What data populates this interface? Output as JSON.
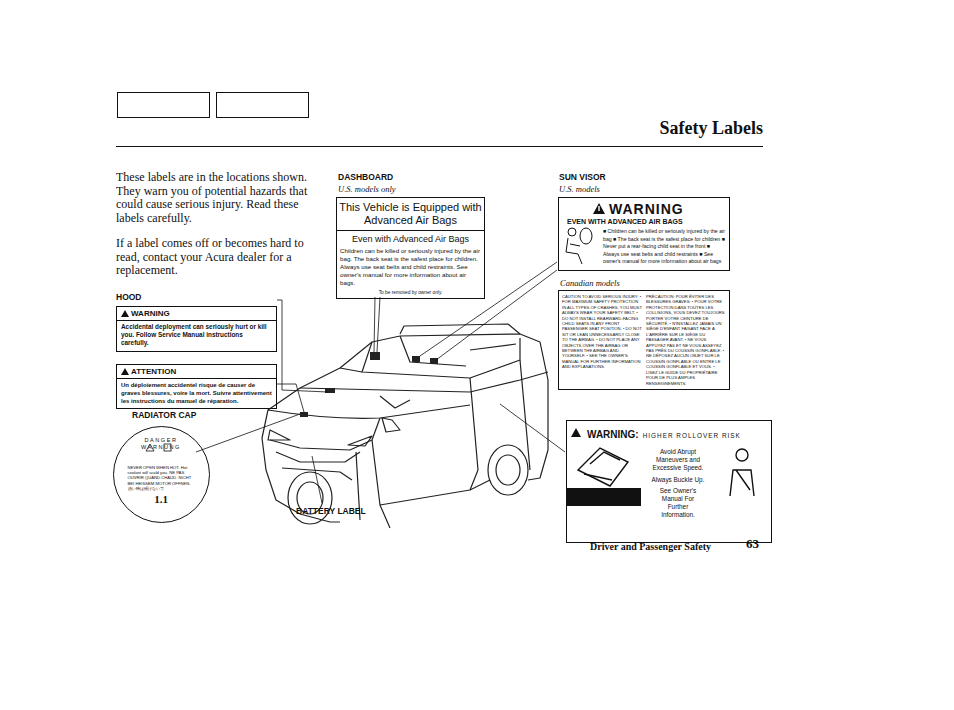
{
  "diagram": {
    "title": "Safety Labels",
    "nodes": [
      {
        "text": [
          "This Vehicle is Equipped with Advanced Air Bags",
          "Even with Advanced Air Bags",
          "Children can be killed or seriously injured by the air bag. The back seat is the safest place for children. Always use seat belts and child restraints. See owner's manual for more information about air bags.",
          "To be removed by owner only."
        ]
      },
      {
        "text": [
          "WARNING",
          "EVEN WITH ADVANCED AIR BAGS",
          "■ Children can be killed or seriously injured by the air bag ■ The back seat is the safest place for children ■ Never put a rear-facing child seat in the front ■ Always use seat belts and child restraints ■ See owner's manual for more information about air bags"
        ]
      },
      {
        "text": [
          "CAUTION TO AVOID SERIOUS INJURY: • FOR MAXIMUM SAFETY PROTECTION IN ALL TYPES OF CRASHES, YOU MUST ALWAYS WEAR YOUR SAFETY BELT. • DO NOT INSTALL REARWARD-FACING CHILD SEATS IN ANY FRONT PASSENGER SEAT POSITION. • DO NOT SIT OR LEAN UNNECESSARILY CLOSE TO THE AIRBAG. • DO NOT PLACE ANY OBJECTS OVER THE AIRBAG OR BETWEEN THE AIRBAG AND YOURSELF. • SEE THE OWNER'S MANUAL FOR FURTHER INFORMATION AND EXPLANATIONS.",
          "PRÉCAUTION: POUR ÉVITER DES BLESSURES GRAVES: • POUR VOTRE PROTECTION DANS TOUTES LES COLLISIONS, VOUS DEVEZ TOUJOURS PORTER VOTRE CEINTURE DE SÉCURITÉ. • N'INSTALLEZ JAMAIS UN SIÈGE D'ENFANT FAISANT FACE À L'ARRIÈRE SUR LE SIÈGE DU PASSAGER AVANT. • NE VOUS APPUYEZ PAS ET NE VOUS ASSEYEZ PAS PRÈS DU COUSSIN GONFLABLE. • NE DÉPOSEZ AUCUN OBJET SUR LE COUSSIN GONFLABLE OU ENTRE LE COUSSIN GONFLABLE ET VOUS. • LISEZ LE GUIDE DU PROPRIÉTAIRE POUR DE PLUS AMPLES RENSEIGNEMENTS."
        ]
      },
      {
        "text": [
          "WARNING",
          "Accidental deployment can seriously hurt or kill you. Follow Service Manual instructions carefully."
        ]
      },
      {
        "text": [
          "ATTENTION",
          "Un déploiement accidentel risque de causer de graves blessures, voire la mort. Suivre attentivement les instructions du manuel de réparation."
        ]
      },
      {
        "text": [
          "DANGER WARNUNG",
          "NEVER OPEN WHEN HOT. Hot coolant will scald you. NE PAS OUVRIR QUAND CHAUD. NICHT BEI HEISSEM MOTOR ÖFFNEN. 熱い時は開けないで",
          "1.1"
        ]
      },
      {
        "text": [
          "WARNING:",
          "HIGHER ROLLOVER RISK",
          "Avoid Abrupt Maneuvers and Excessive Speed.",
          "Always Buckle Up.",
          "See Owner's Manual For Further Information."
        ]
      }
    ],
    "labels": [
      "These labels are in the locations shown. They warn you of potential hazards that could cause serious injury. Read these labels carefully.",
      "If a label comes off or becomes hard to read, contact your Acura dealer for a replacement.",
      "DASHBOARD",
      "U.S. models only",
      "SUN VISOR",
      "U.S. models",
      "Canadian models",
      "HOOD",
      "RADIATOR CAP",
      "BATTERY LABEL",
      "Driver and Passenger Safety",
      "63"
    ]
  }
}
